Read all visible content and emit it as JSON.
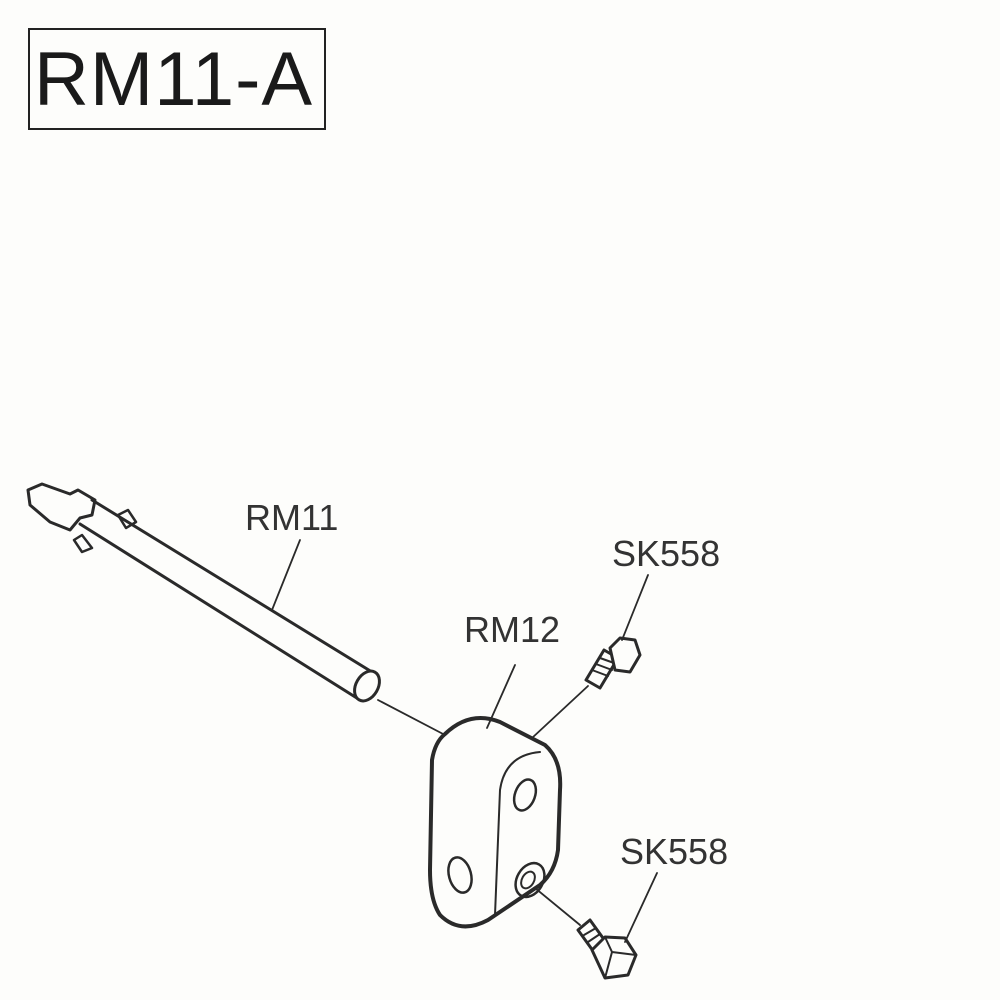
{
  "title": "RM11-A",
  "parts": [
    {
      "id": "RM11"
    },
    {
      "id": "RM12"
    },
    {
      "id": "SK558"
    },
    {
      "id": "SK558"
    }
  ]
}
